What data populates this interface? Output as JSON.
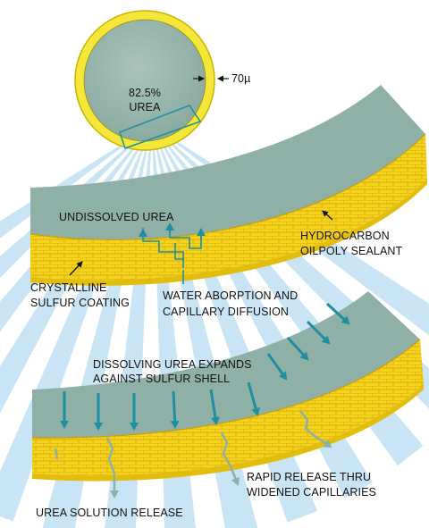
{
  "particle": {
    "core_label_line1": "82.5%",
    "core_label_line2": "UREA",
    "coating_thickness": "70µ"
  },
  "labels": {
    "undissolved_urea": "UNDISSOLVED UREA",
    "sealant_line1": "HYDROCARBON",
    "sealant_line2": "OILPOLY SEALANT",
    "sulfur_line1": "CRYSTALLINE",
    "sulfur_line2": "SULFUR COATING",
    "water_line1": "WATER ABORPTION AND",
    "water_line2": "CAPILLARY DIFFUSION",
    "dissolving_line1": "DISSOLVING UREA EXPANDS",
    "dissolving_line2": "AGAINST SULFUR SHELL",
    "rapid_line1": "RAPID RELEASE THRU",
    "rapid_line2": "WIDENED CAPILLARIES",
    "solution_release": "UREA SOLUTION RELEASE"
  },
  "colors": {
    "urea": "#8fb0a6",
    "sulfur": "#f5d21c",
    "sulfur_dark": "#d4a90c",
    "sealant": "#e8c80a",
    "rays": "#bfe1f3",
    "arrow_teal": "#1e8fa0",
    "arrow_gray": "#8fb0a6"
  }
}
